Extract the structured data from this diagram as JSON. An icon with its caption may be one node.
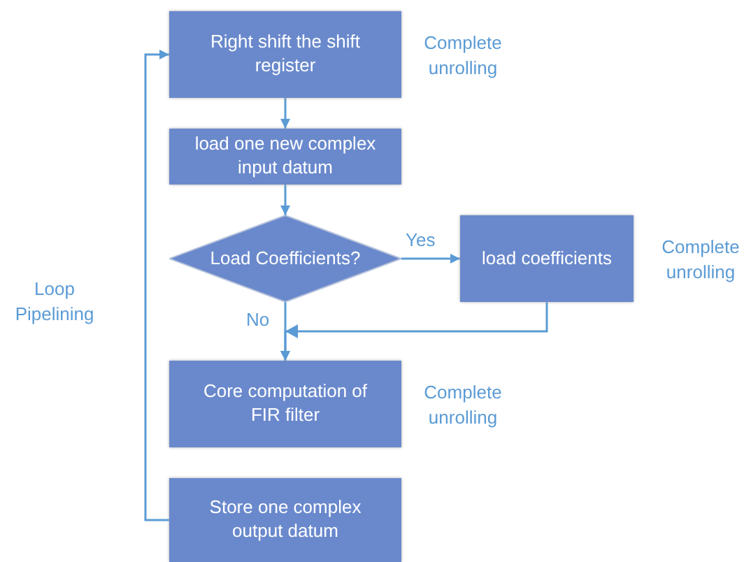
{
  "diagram": {
    "nodes": [
      {
        "text": [
          "Right shift the shift register"
        ],
        "beside": [
          "Complete unrolling"
        ]
      },
      {
        "text": [
          "load one new complex input datum"
        ]
      },
      {
        "text": [
          "Load Coefficients?"
        ]
      },
      {
        "text": [
          "load coefficients"
        ],
        "beside": [
          "Complete unrolling"
        ]
      },
      {
        "text": [
          "Core computation of FIR filter"
        ],
        "beside": [
          "Complete unrolling"
        ]
      },
      {
        "text": [
          "Store one complex output datum"
        ]
      }
    ],
    "edges": [
      {
        "from": 0,
        "to": 1,
        "arrow": "to"
      },
      {
        "from": 1,
        "to": 2,
        "arrow": "to"
      },
      {
        "from": 2,
        "to": 3,
        "arrow": "to",
        "label": "Yes"
      },
      {
        "from": 2,
        "to": 4,
        "arrow": "to",
        "label": "No"
      },
      {
        "from": 3,
        "to": 4,
        "arrow": "to"
      },
      {
        "from": 5,
        "to": 0,
        "arrow": "to"
      }
    ],
    "labels": [
      "Loop Pipelining"
    ]
  }
}
